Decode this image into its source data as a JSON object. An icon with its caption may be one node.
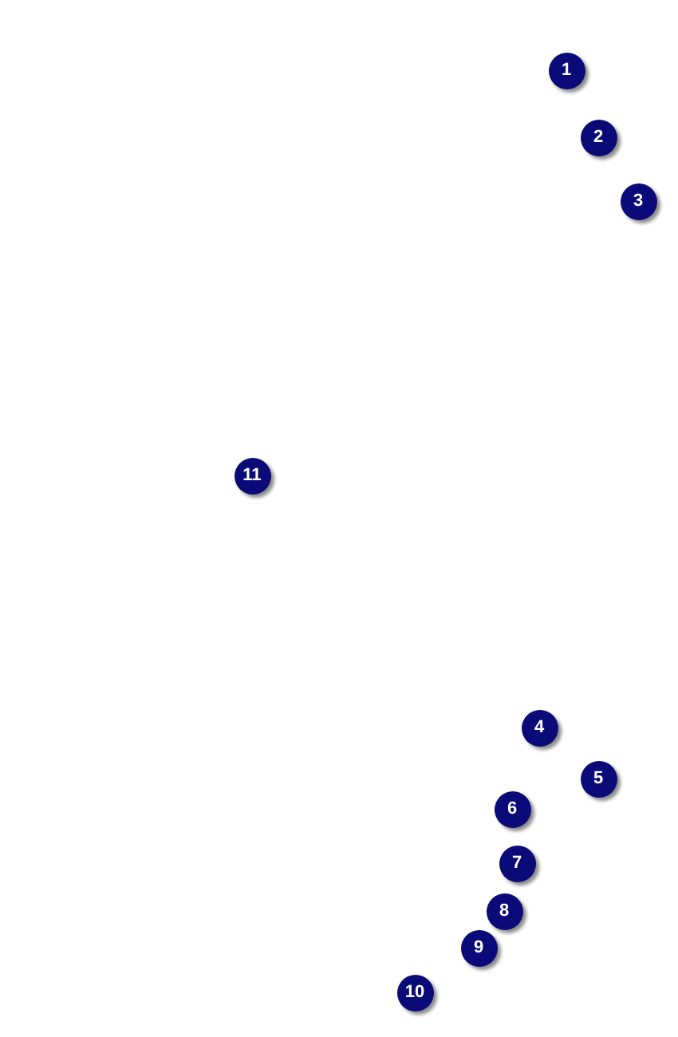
{
  "diagram": {
    "labels": [
      "1",
      "2",
      "3",
      "11",
      "4",
      "5",
      "6",
      "7",
      "8",
      "9",
      "10"
    ]
  }
}
